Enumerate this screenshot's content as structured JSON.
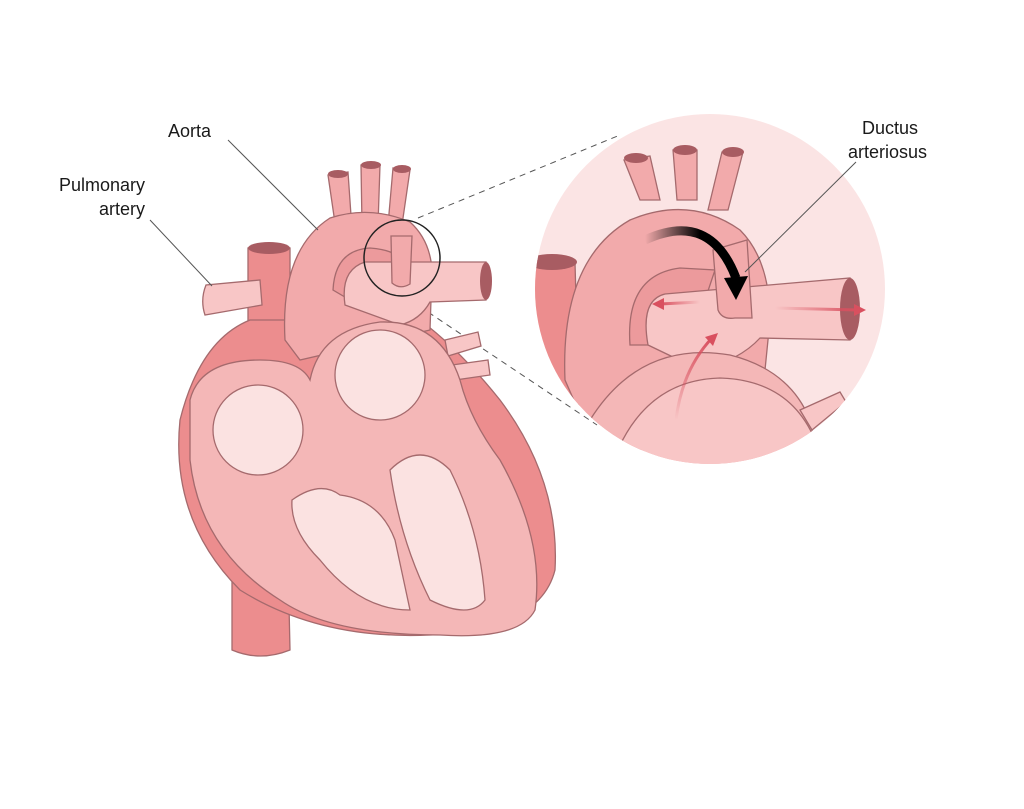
{
  "labels": {
    "aorta": "Aorta",
    "pulmonary_line1": "Pulmonary",
    "pulmonary_line2": "artery",
    "ductus_line1": "Ductus",
    "ductus_line2": "arteriosus"
  },
  "colors": {
    "aorta": "#f2aaab",
    "pulmonary": "#f8c6c6",
    "chamber": "#fbe2e1",
    "muscle_dark": "#ec8d8e",
    "vessel_cap": "#a85c62",
    "outline": "#a56a6d",
    "zoom_bg": "#fbe4e4",
    "flow_arrow": "#d9505f"
  }
}
